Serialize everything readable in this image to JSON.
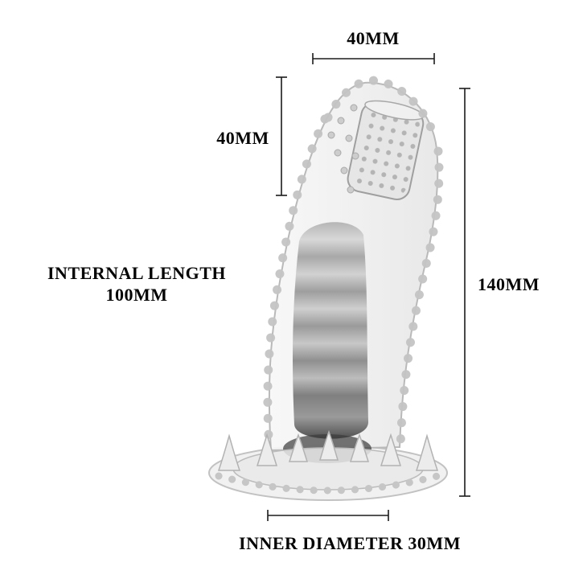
{
  "labels": {
    "top_width": "40MM",
    "tip_height": "40MM",
    "total_height": "140MM",
    "internal_length_line1": "INTERNAL LENGTH",
    "internal_length_line2": "100MM",
    "inner_diameter": "INNER DIAMETER 30MM"
  },
  "colors": {
    "background": "#ffffff",
    "dimension_line": "#1b1b1b",
    "label_text": "#050505",
    "product_outline": "#b9b9b9",
    "product_fill": "#f2f2f2",
    "cavity_dark": "#3a3a3a"
  }
}
